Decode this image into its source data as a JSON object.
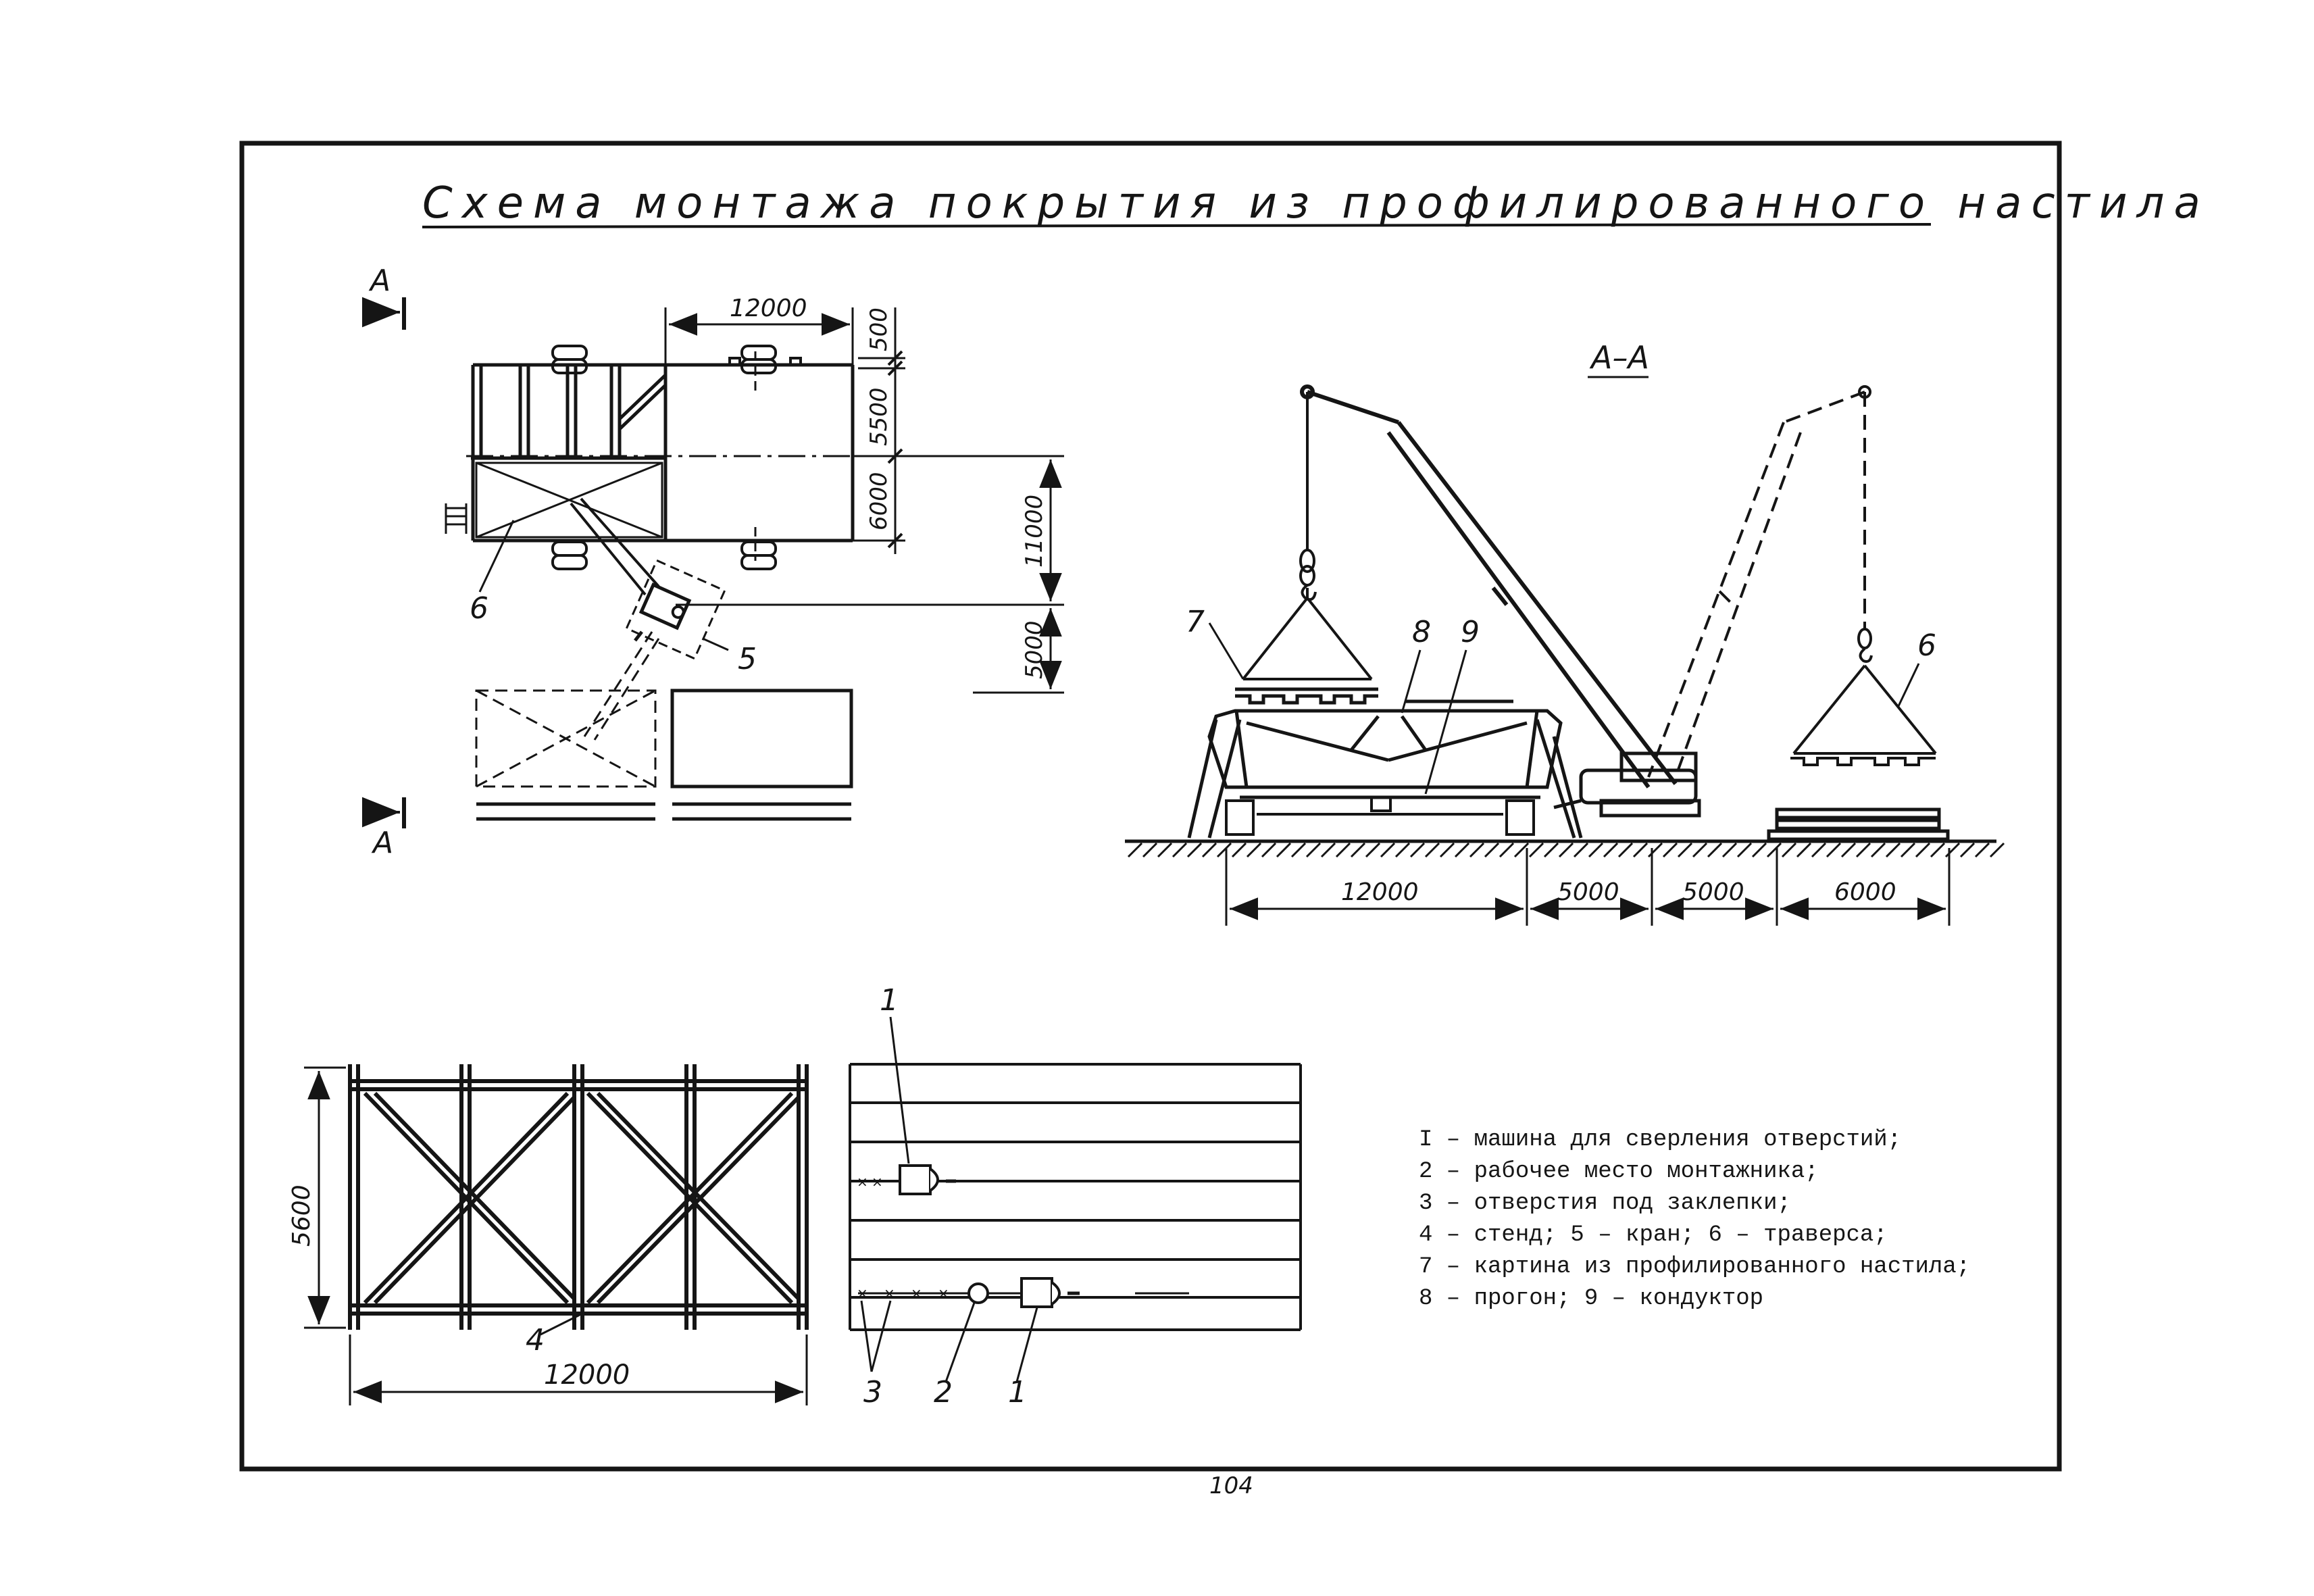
{
  "title": "Схема монтажа покрытия из профилированного настила",
  "section_marks": {
    "top": "А",
    "bottom": "А"
  },
  "section_title": "А–А",
  "page_number": "104",
  "plan": {
    "dim_12000": "12000",
    "dim_500": "500",
    "dim_5500": "5500",
    "dim_6000": "6000",
    "dim_11000": "11000",
    "dim_5000": "5000",
    "label_6": "6",
    "label_5": "5"
  },
  "section": {
    "label_7": "7",
    "label_8": "8",
    "label_9": "9",
    "label_6": "6",
    "dims": [
      "12000",
      "5000",
      "5000",
      "6000"
    ]
  },
  "stand": {
    "dim_height": "5600",
    "dim_width": "12000",
    "label_4": "4"
  },
  "drilling": {
    "label_1_top": "1",
    "label_1_bottom": "1",
    "label_2": "2",
    "label_3": "3"
  },
  "legend": [
    "I – машина для сверления отверстий;",
    "2 – рабочее место монтажника;",
    "3 – отверстия под заклепки;",
    "4 – стенд; 5 – кран; 6 – траверса;",
    "7 – картина из профилированного настила;",
    "8 – прогон; 9 – кондуктор"
  ]
}
